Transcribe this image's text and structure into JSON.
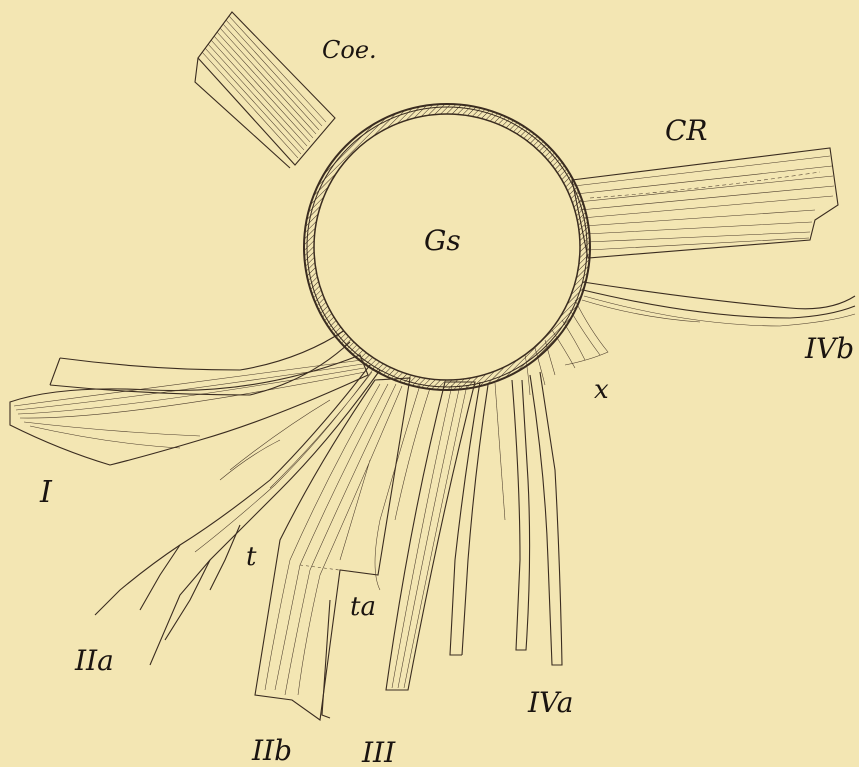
{
  "figure": {
    "background": "#f3e6b3",
    "ink": "#3a2c20",
    "labels": {
      "coe": "Coe.",
      "cr": "CR",
      "gs": "Gs",
      "ivb": "IVb",
      "x": "x",
      "i": "I",
      "t": "t",
      "ta": "ta",
      "iia": "IIa",
      "iib": "IIb",
      "iii": "III",
      "iva": "IVa"
    }
  }
}
